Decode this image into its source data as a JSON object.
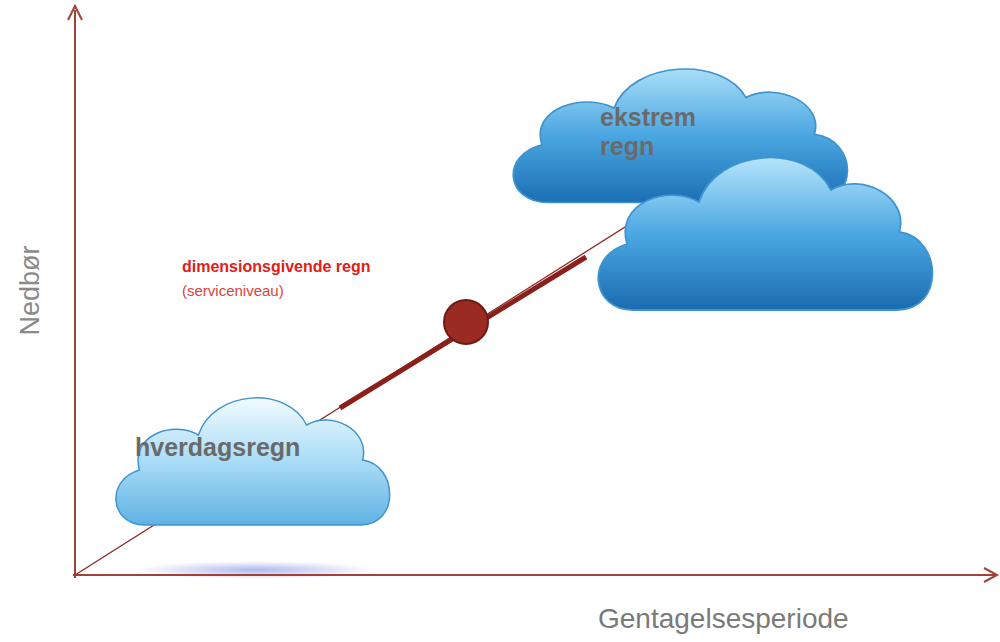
{
  "diagram": {
    "nodes": [
      {
        "text": [
          "hverdagsregn"
        ]
      },
      {
        "text": [
          "ekstrem regn"
        ]
      }
    ],
    "labels": [
      "Nedbør",
      "Gentagelsesperiode",
      "dimensionsgivende regn",
      "(serviceniveau)"
    ]
  }
}
